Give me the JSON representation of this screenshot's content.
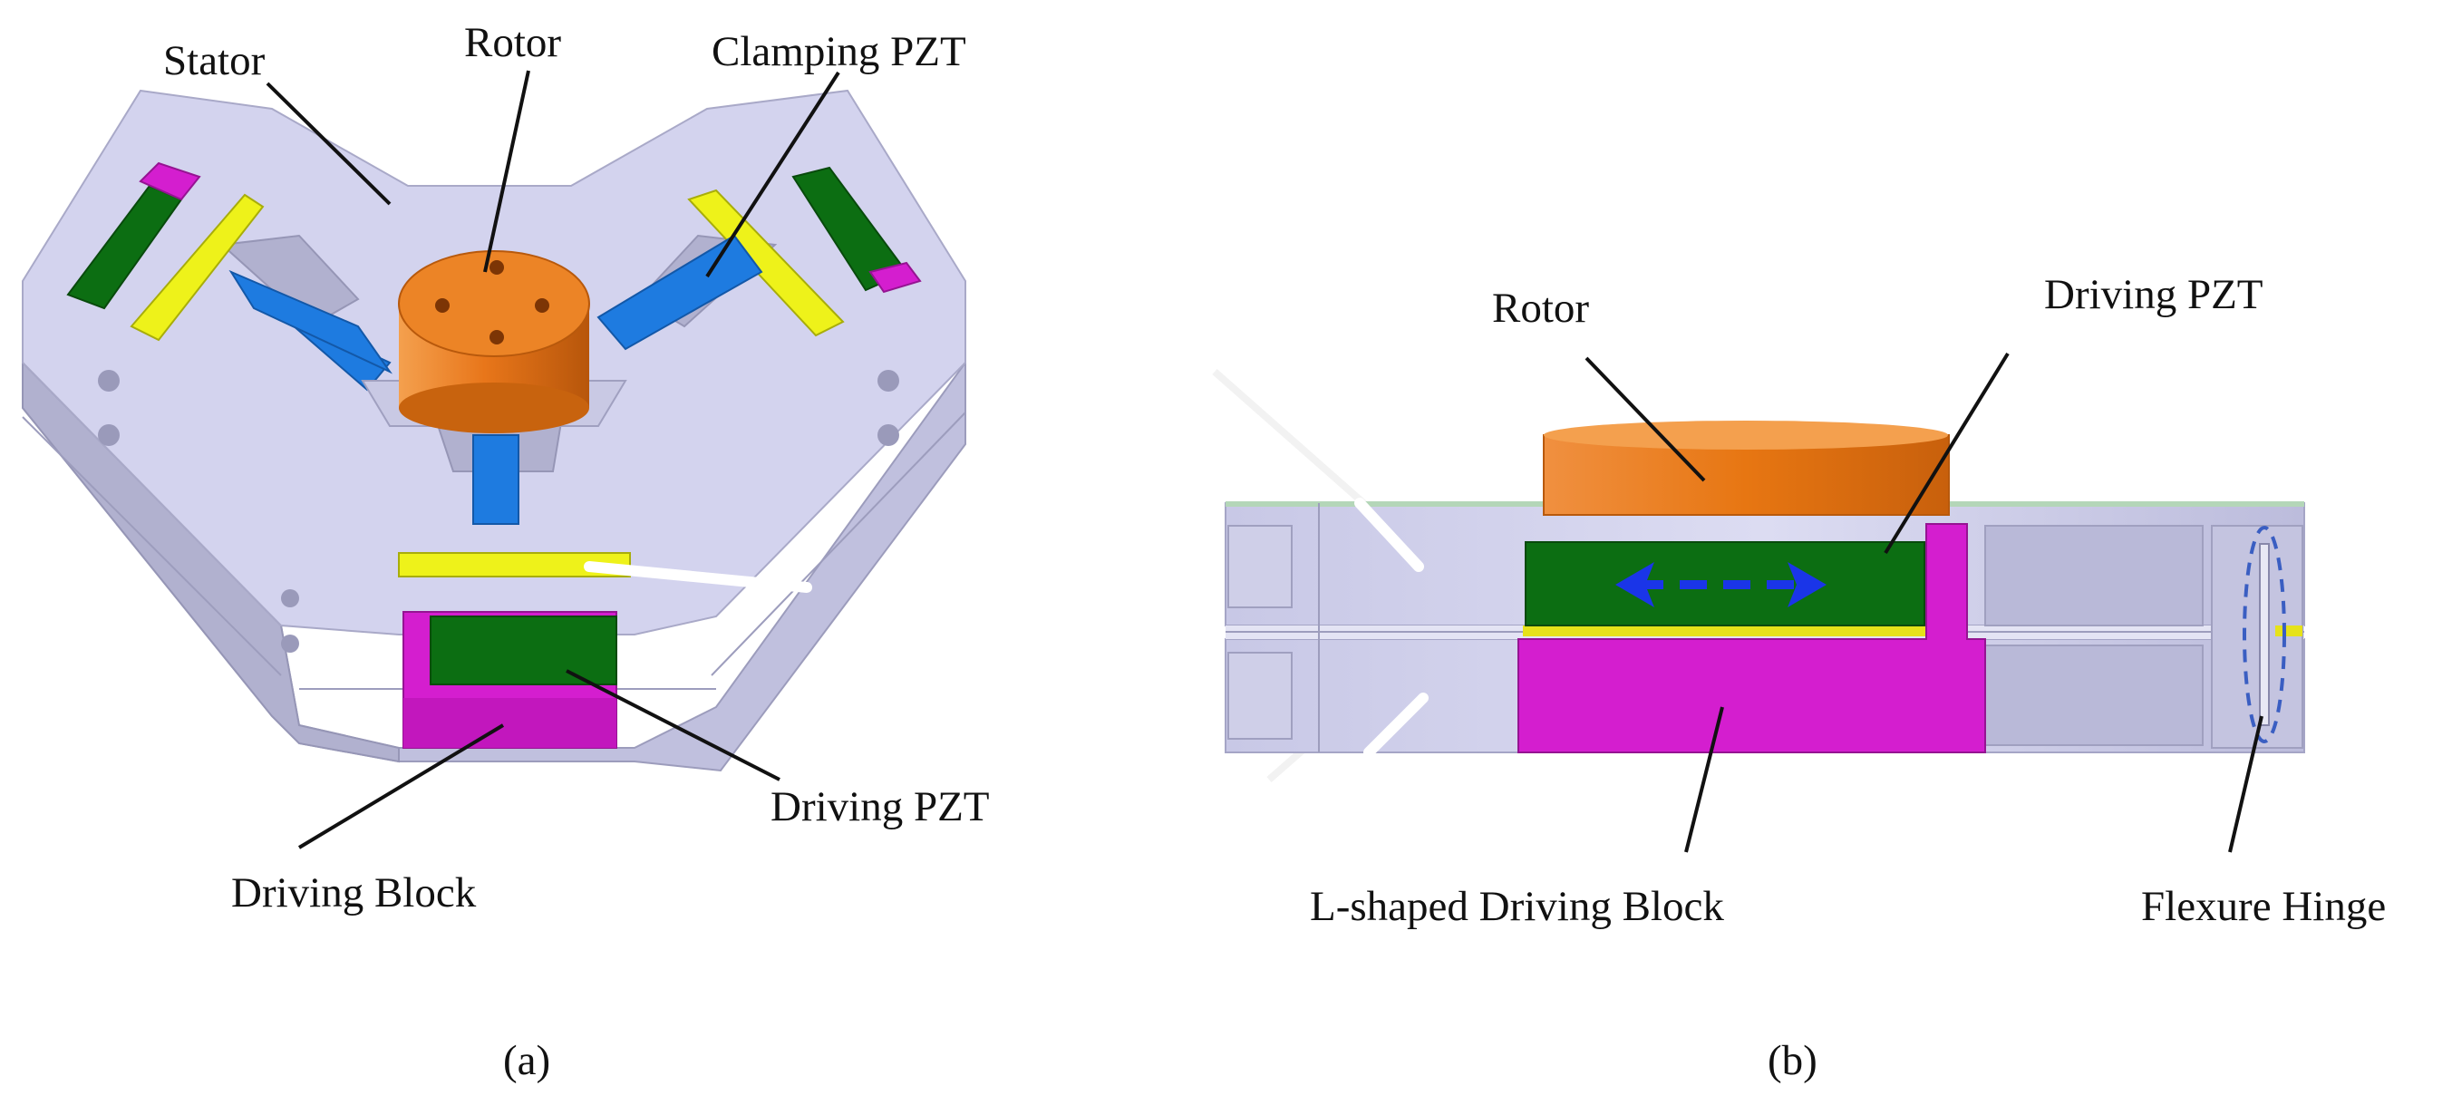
{
  "panel_a": {
    "labels": {
      "stator": "Stator",
      "rotor": "Rotor",
      "clamping_pzt": "Clamping PZT",
      "driving_pzt": "Driving PZT",
      "driving_block": "Driving Block"
    },
    "caption": "(a)"
  },
  "panel_b": {
    "labels": {
      "rotor": "Rotor",
      "driving_pzt": "Driving PZT",
      "l_shaped_driving_block": "L-shaped Driving Block",
      "flexure_hinge": "Flexure Hinge"
    },
    "caption": "(b)"
  },
  "colors": {
    "stator": "#d3d3ee",
    "rotor": "#e8761a",
    "clamping_pzt": "#1e7be0",
    "driving_pzt": "#0c6e12",
    "driving_block": "#d41ecf",
    "clamping_plate": "#eef21a",
    "motion_arrow": "#1a35e8"
  }
}
